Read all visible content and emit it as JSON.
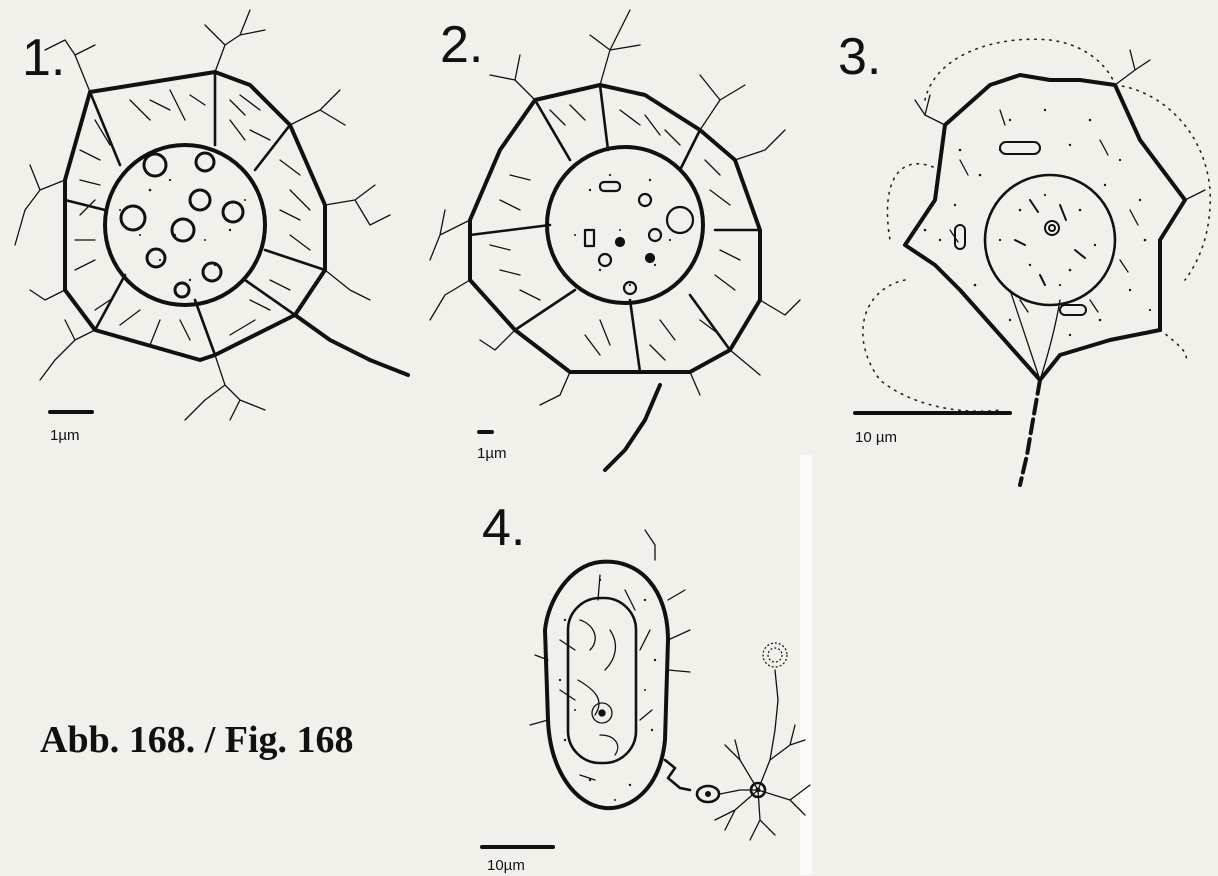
{
  "caption": "Abb. 168. / Fig. 168",
  "panels": [
    {
      "number": "1.",
      "scale_label": "1µm"
    },
    {
      "number": "2.",
      "scale_label": "1µm"
    },
    {
      "number": "3.",
      "scale_label": "10  µm"
    },
    {
      "number": "4.",
      "scale_label": "10µm"
    }
  ]
}
